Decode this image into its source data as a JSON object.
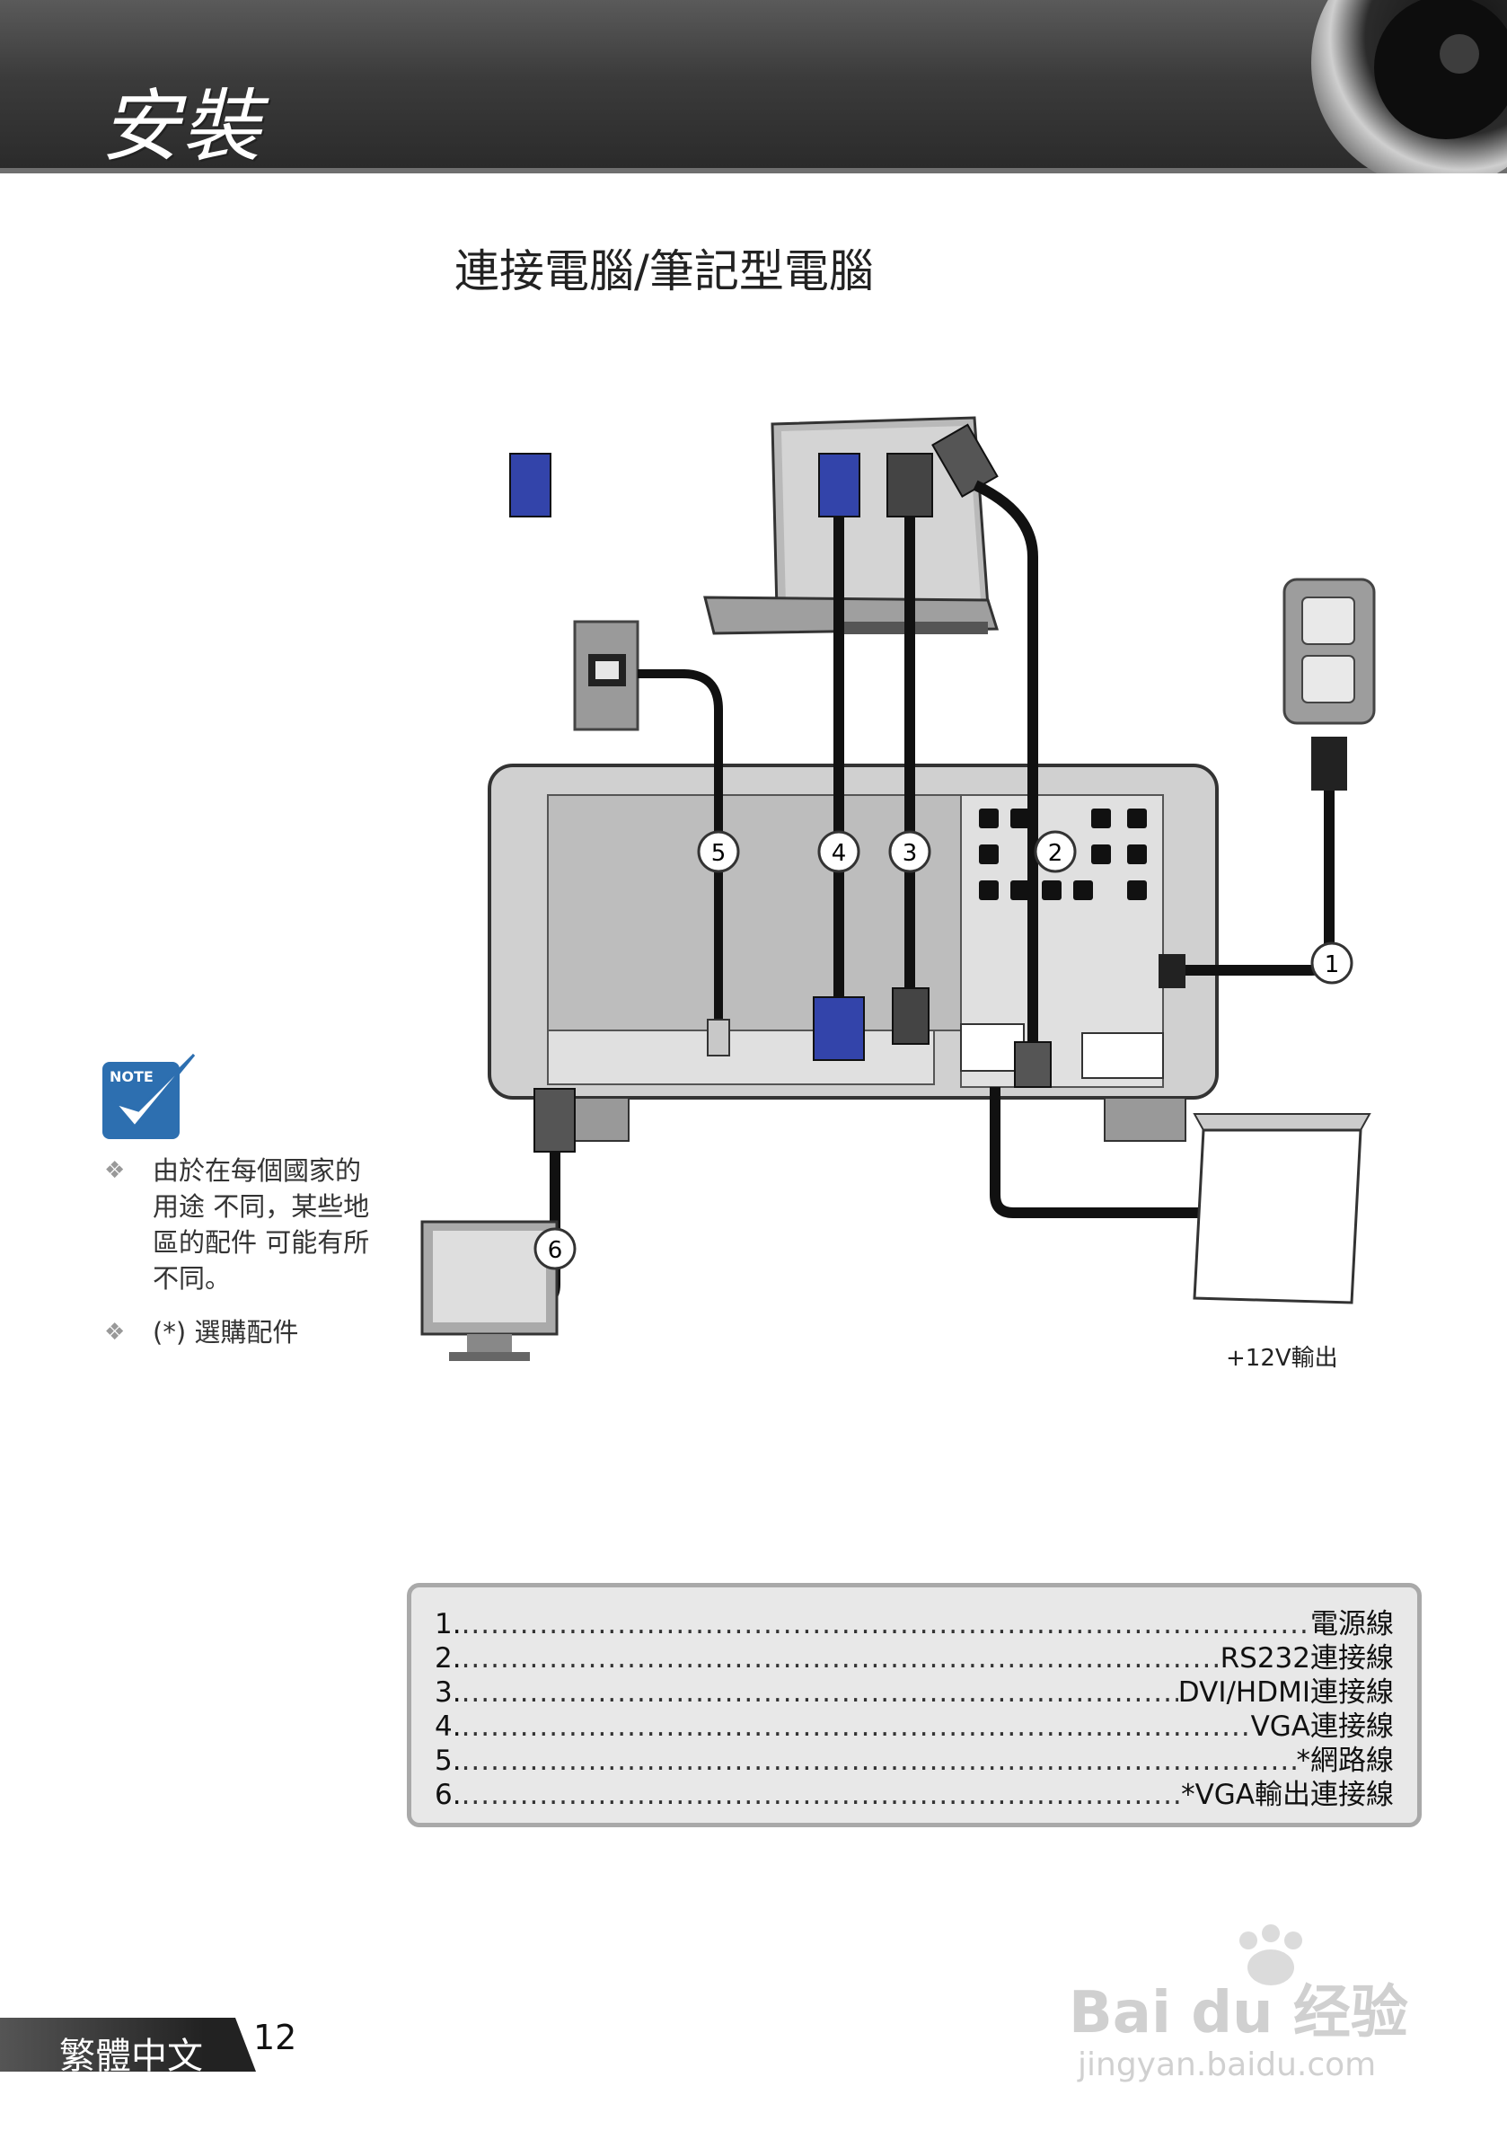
{
  "header": {
    "title": "安裝"
  },
  "section": {
    "title": "連接電腦/筆記型電腦"
  },
  "diagram": {
    "callouts": [
      "1",
      "2",
      "3",
      "4",
      "5",
      "6"
    ],
    "screen_label": "+12V輸出"
  },
  "notes": {
    "icon_label": "NOTE",
    "items": [
      "由於在每個國家的 用途 不同，某些地區的配件 可能有所 不同。",
      "(*) 選購配件"
    ]
  },
  "legend": {
    "rows": [
      {
        "num": "1.",
        "label": "電源線"
      },
      {
        "num": "2.",
        "label": "RS232連接線"
      },
      {
        "num": "3.",
        "label": "DVI/HDMI連接線"
      },
      {
        "num": "4.",
        "label": "VGA連接線"
      },
      {
        "num": "5.",
        "label": "*網路線"
      },
      {
        "num": "6.",
        "label": "*VGA輸出連接線"
      }
    ]
  },
  "footer": {
    "language": "繁體中文",
    "page_number": "12"
  },
  "watermark": {
    "brand": "Bai du 经验",
    "url": "jingyan.baidu.com"
  }
}
